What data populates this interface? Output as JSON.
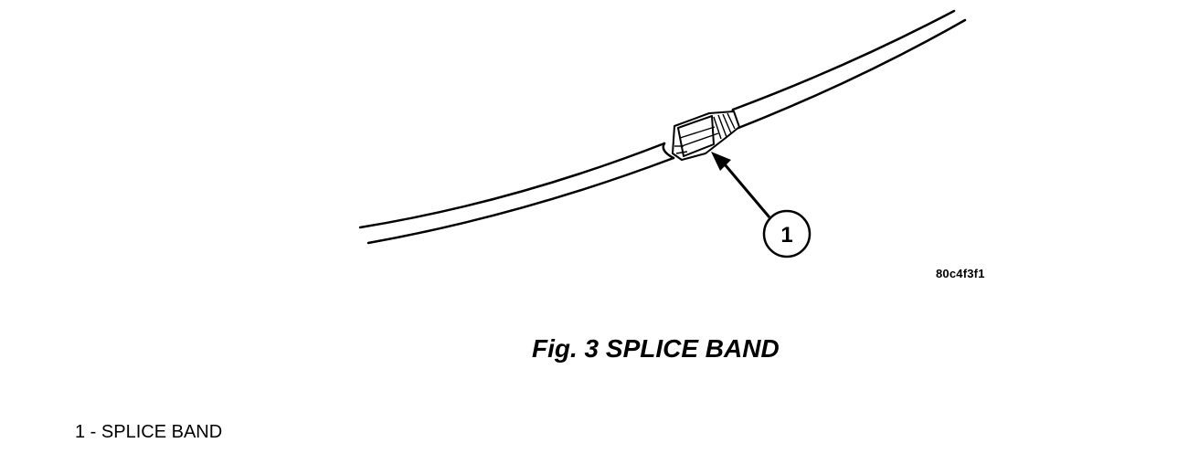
{
  "callout": {
    "number": "1"
  },
  "reference_code": "80c4f3f1",
  "figure": {
    "caption": "Fig. 3 SPLICE BAND"
  },
  "legend": {
    "items": [
      {
        "number": "1",
        "separator": " - ",
        "text": "SPLICE BAND"
      }
    ]
  }
}
